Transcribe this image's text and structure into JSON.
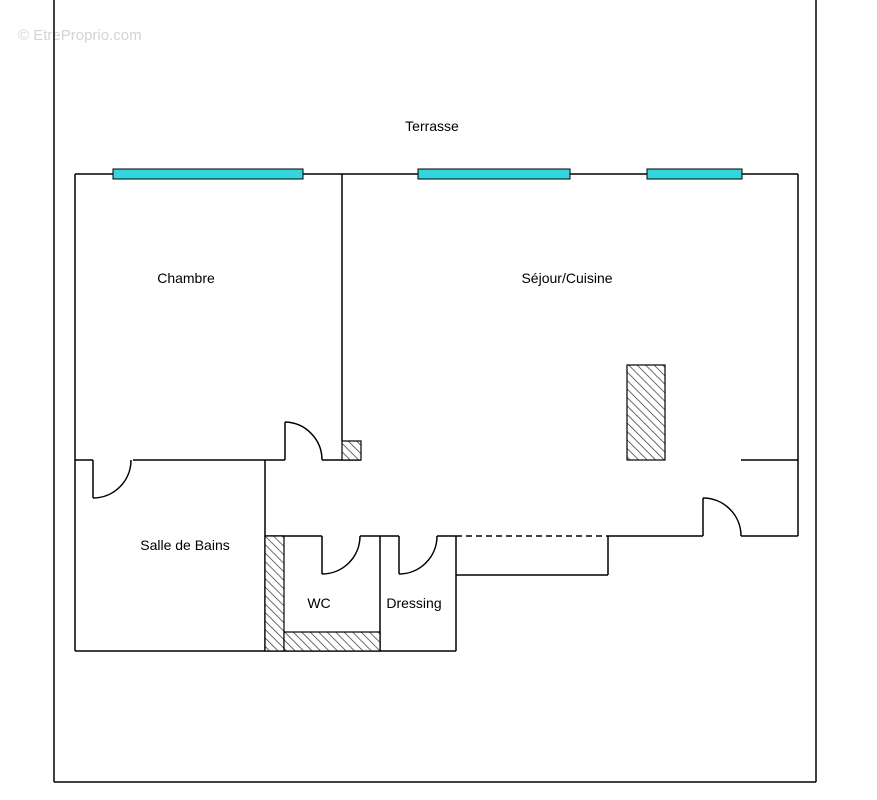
{
  "watermark": "© EtreProprio.com",
  "rooms": {
    "terrasse": "Terrasse",
    "chambre": "Chambre",
    "sejour": "Séjour/Cuisine",
    "salle_de_bains": "Salle de Bains",
    "wc": "WC",
    "dressing": "Dressing"
  },
  "colors": {
    "wall": "#000000",
    "window": "#33d6dc",
    "hatch": "#333333",
    "watermark": "#d4d4d4"
  }
}
